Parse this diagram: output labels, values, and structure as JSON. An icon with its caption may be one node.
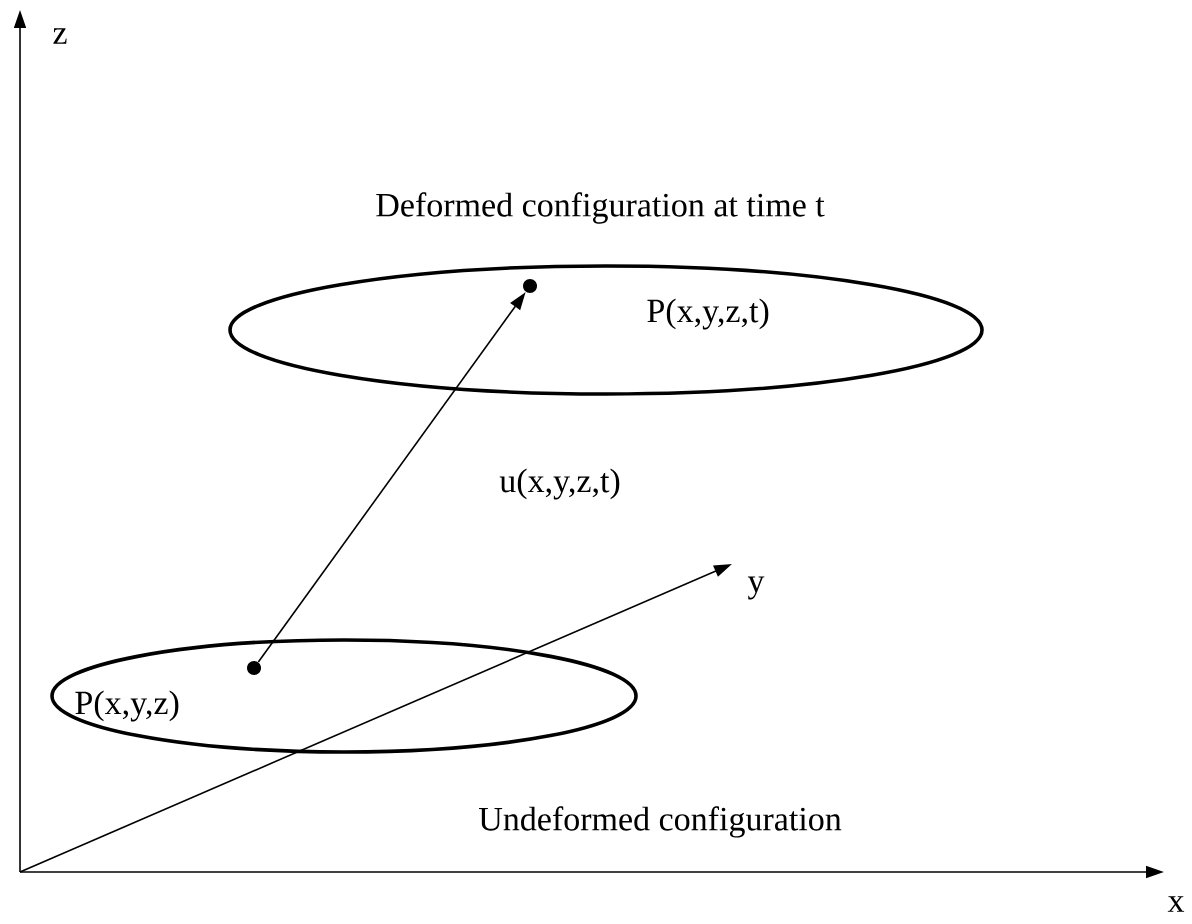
{
  "diagram": {
    "nodes": [
      {
        "text": [
          "Deformed configuration at time t",
          "P(x,y,z,t)"
        ]
      },
      {
        "text": [
          "Undeformed configuration",
          "P(x,y,z)"
        ]
      },
      {
        "text": [],
        "shape": "circle",
        "in": 0
      },
      {
        "text": [],
        "shape": "circle",
        "in": 1
      }
    ],
    "edges": [
      {
        "from": 3,
        "to": 2,
        "arrow": "to",
        "label": "u(x,y,z,t)"
      }
    ],
    "labels": [
      "z",
      "y",
      "x"
    ]
  }
}
